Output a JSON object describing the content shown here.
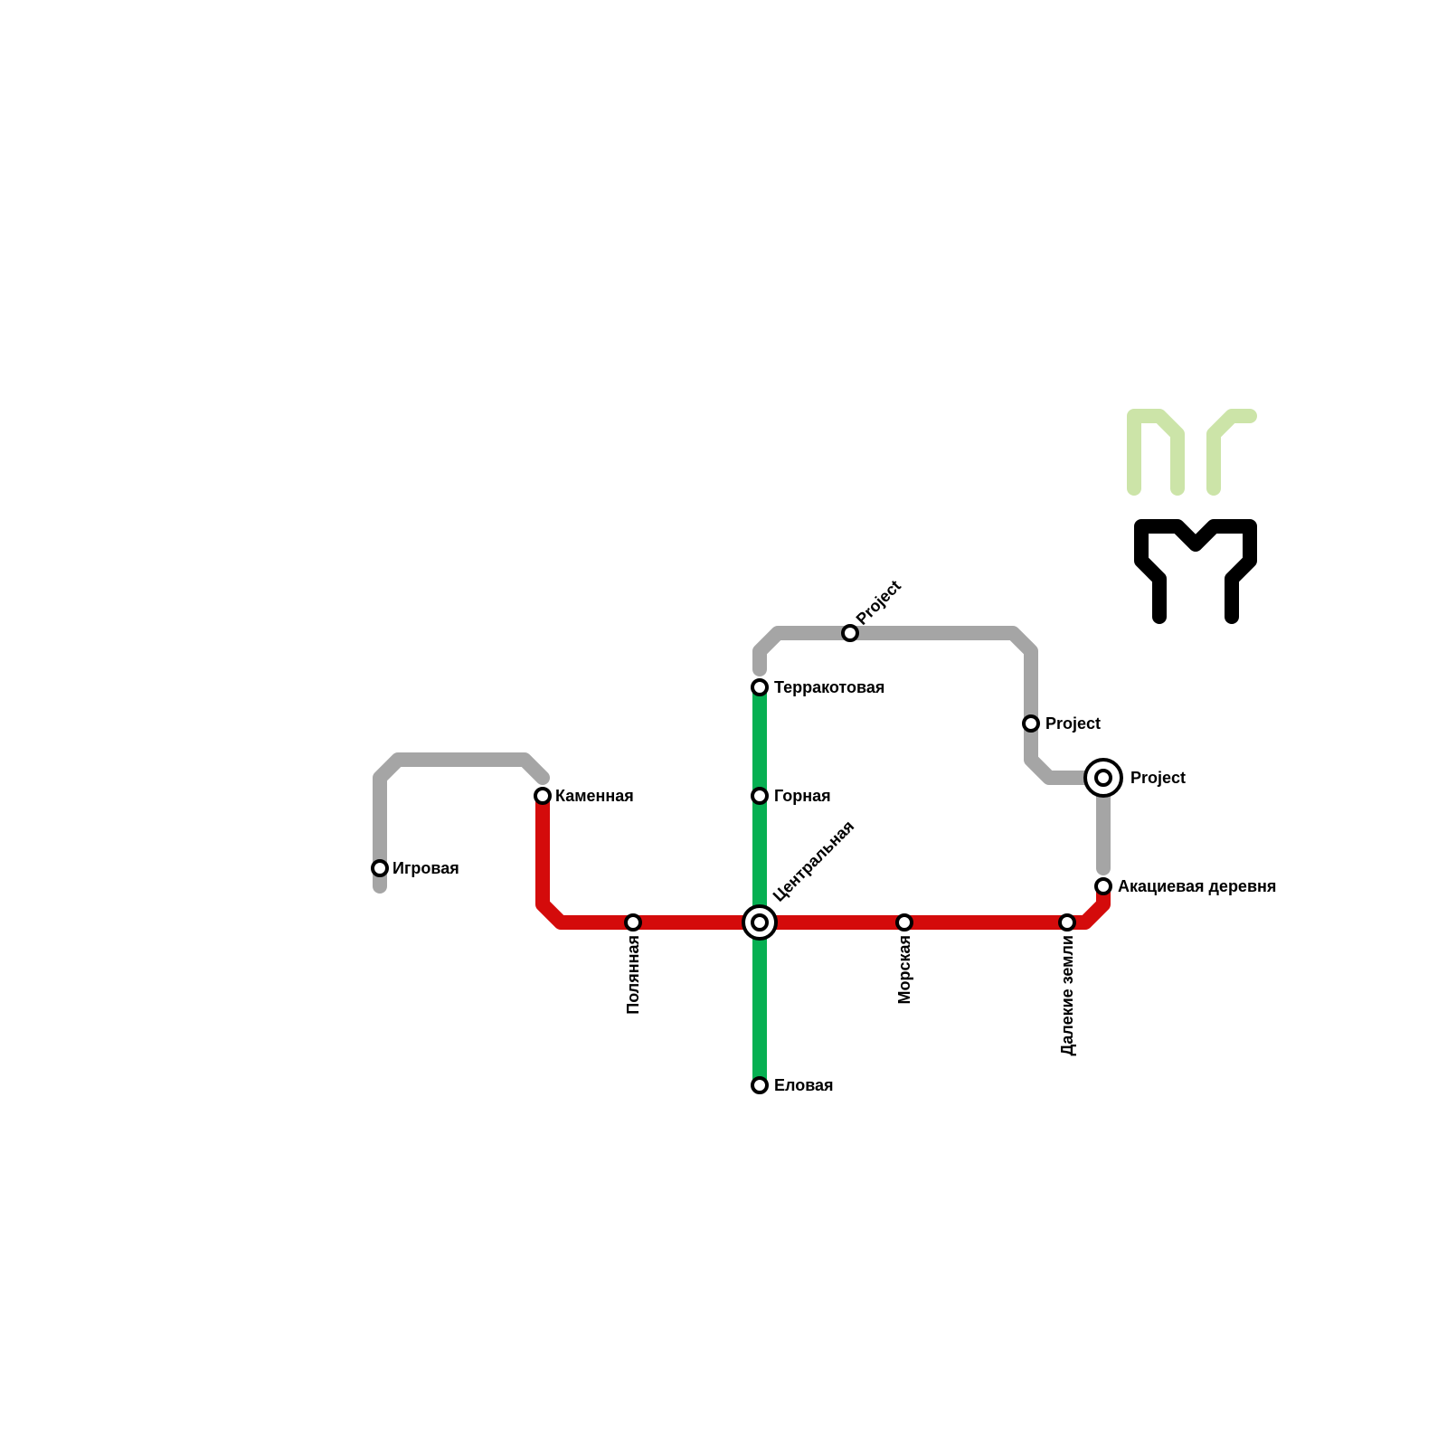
{
  "lines": {
    "gray": {
      "color": "#a5a5a5"
    },
    "red": {
      "color": "#d40b0b"
    },
    "green": {
      "color": "#06b052"
    }
  },
  "logo": {
    "letters_color": "#cce4a8",
    "emblem_color": "#000000"
  },
  "stations": {
    "igrovaya": "Игровая",
    "kamennaya": "Каменная",
    "polyannaya": "Полянная",
    "tsentralnaya": "Центральная",
    "morskaya": "Морская",
    "dalekie_zemli": "Далекие земли",
    "akatsievaya_derevnya": "Акациевая деревня",
    "terrakotovaya": "Терракотовая",
    "gornaya": "Горная",
    "elovaya": "Еловая",
    "project_top": "Project",
    "project_right": "Project",
    "project_transfer": "Project"
  }
}
